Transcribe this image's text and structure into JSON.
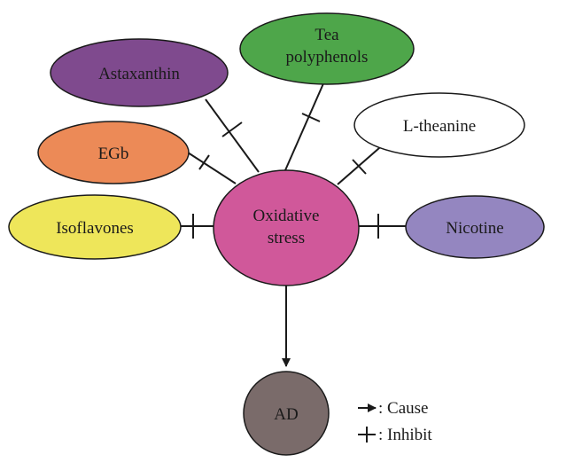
{
  "center": {
    "label_line1": "Oxidative",
    "label_line2": "stress",
    "color": "#d0589a"
  },
  "outcome": {
    "label": "AD",
    "color": "#7a6b6a"
  },
  "inhibitors": [
    {
      "id": "astaxanthin",
      "label_line1": "Astaxanthin",
      "label_line2": "",
      "color": "#7f4a8e"
    },
    {
      "id": "tea-polyphenols",
      "label_line1": "Tea",
      "label_line2": "polyphenols",
      "color": "#4ea64a"
    },
    {
      "id": "l-theanine",
      "label_line1": "L-theanine",
      "label_line2": "",
      "color": "#ffffff"
    },
    {
      "id": "egb",
      "label_line1": "EGb",
      "label_line2": "",
      "color": "#ec8a57"
    },
    {
      "id": "isoflavones",
      "label_line1": "Isoflavones",
      "label_line2": "",
      "color": "#eee65a"
    },
    {
      "id": "nicotine",
      "label_line1": "Nicotine",
      "label_line2": "",
      "color": "#9486c0"
    }
  ],
  "legend": {
    "cause": ": Cause",
    "inhibit": ": Inhibit"
  }
}
